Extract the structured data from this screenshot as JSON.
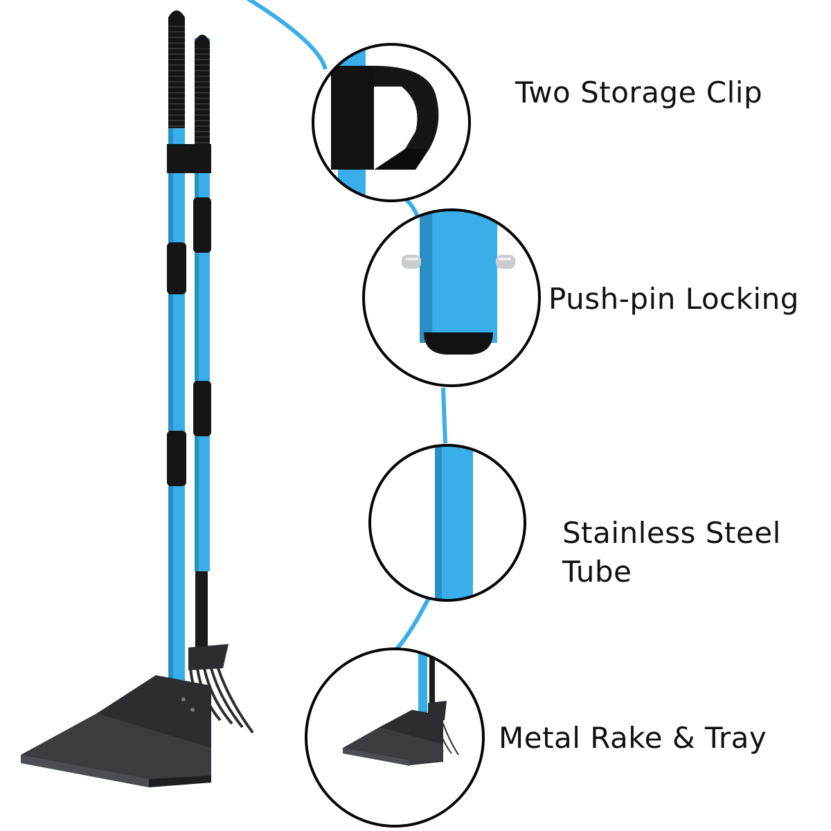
{
  "features": [
    {
      "lines": [
        "Two Storage Clip"
      ]
    },
    {
      "lines": [
        "Push-pin Locking"
      ]
    },
    {
      "lines": [
        "Stainless Steel",
        "Tube"
      ]
    },
    {
      "lines": [
        "Metal Rake & Tray"
      ]
    }
  ],
  "colors": {
    "pole_blue": "#3aaee8",
    "pole_blue_dark": "#2a8fc4",
    "grip_black": "#151515",
    "tray_dark": "#2b2d30",
    "tray_edge": "#4a4d52",
    "circle_border": "#050505",
    "text": "#111111",
    "background": "#ffffff"
  },
  "icons": [
    "storage-clip-icon",
    "push-pin-icon",
    "steel-tube-icon",
    "rake-tray-icon"
  ]
}
